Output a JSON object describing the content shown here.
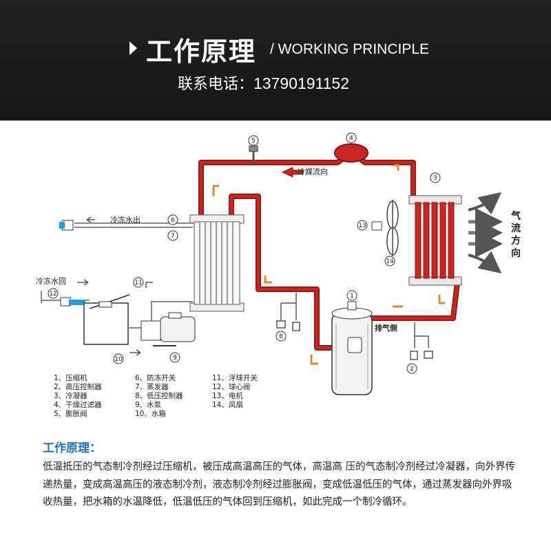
{
  "header": {
    "title": "工作原理",
    "subtitle": "/ WORKING PRINCIPLE",
    "phone_label": "联系电话：",
    "phone_number": "13790191152"
  },
  "diagram": {
    "refrigerant_flow": "冷媒流向",
    "chilled_water_out": "冷冻水出",
    "chilled_water_return": "冷冻水回",
    "discharge_side": "排气侧",
    "airflow_direction": [
      "气",
      "流",
      "方",
      "向"
    ],
    "numbers": [
      "1",
      "2",
      "3",
      "4",
      "5",
      "6",
      "7",
      "8",
      "9",
      "10",
      "11",
      "12",
      "13",
      "14"
    ],
    "legend": [
      "1、压缩机",
      "2、高压控制器",
      "3、冷凝器",
      "4、干燥过滤器",
      "5、膨胀阀",
      "6、防冻开关",
      "7、蒸发器",
      "8、低压控制器",
      "9、水泵",
      "10、水箱",
      "11、浮球开关",
      "12、球心阀",
      "13、电机",
      "14、风扇"
    ],
    "colors": {
      "pipe": "#c8261e",
      "pipe_edge": "#8a1410",
      "arrow": "#e08a2a",
      "line": "#333333"
    }
  },
  "description": {
    "title": "工作原理：",
    "text": "低温抵压的气态制冷剂经过压缩机，被压成高温高压的气体，高温高  压的气态制冷剂经过冷凝器，向外界传递热量，变成高温高压的液态制冷剂，液态制冷剂经过膨胀阀，变成低温低压的气体，通过蒸发器向外界吸收热量，把水箱的水温降低，低温低压的气体回到压缩机，如此完成一个制冷循环。"
  }
}
